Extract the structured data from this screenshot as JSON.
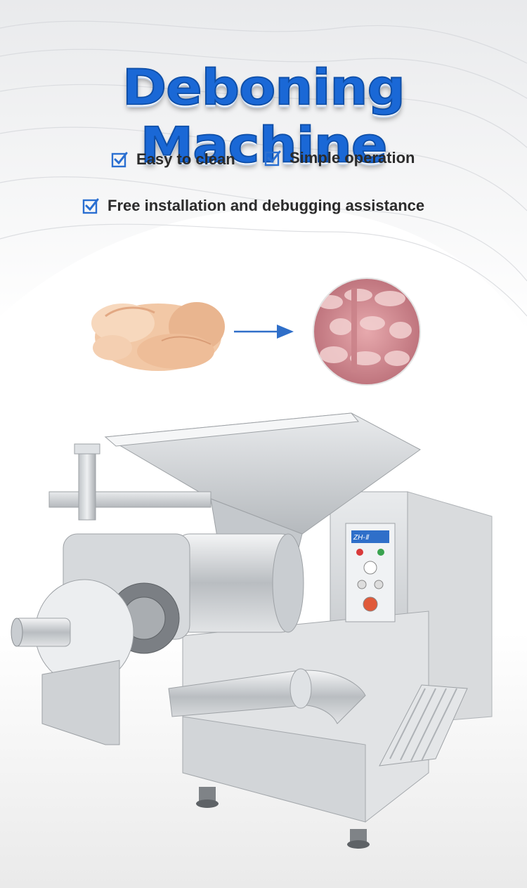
{
  "headline": {
    "title": "Deboning Machine"
  },
  "features": [
    {
      "label": "Easy to clean",
      "icon": "checkbox-checked-icon"
    },
    {
      "label": "Simple operation",
      "icon": "checkbox-checked-icon"
    },
    {
      "label": "Free installation and debugging assistance",
      "icon": "checkbox-checked-icon"
    }
  ],
  "process": {
    "input_image": "raw-chicken-image",
    "arrow_icon": "arrow-right-icon",
    "output_image": "minced-meat-image"
  },
  "product_image": {
    "name": "deboning-machine-image",
    "panel_label": "ZH-Ⅱ"
  },
  "colors": {
    "title_blue": "#1a68d6",
    "check_blue": "#2a6fd1",
    "arrow_blue": "#2f6fc9",
    "text_dark": "#2b2b2b"
  }
}
